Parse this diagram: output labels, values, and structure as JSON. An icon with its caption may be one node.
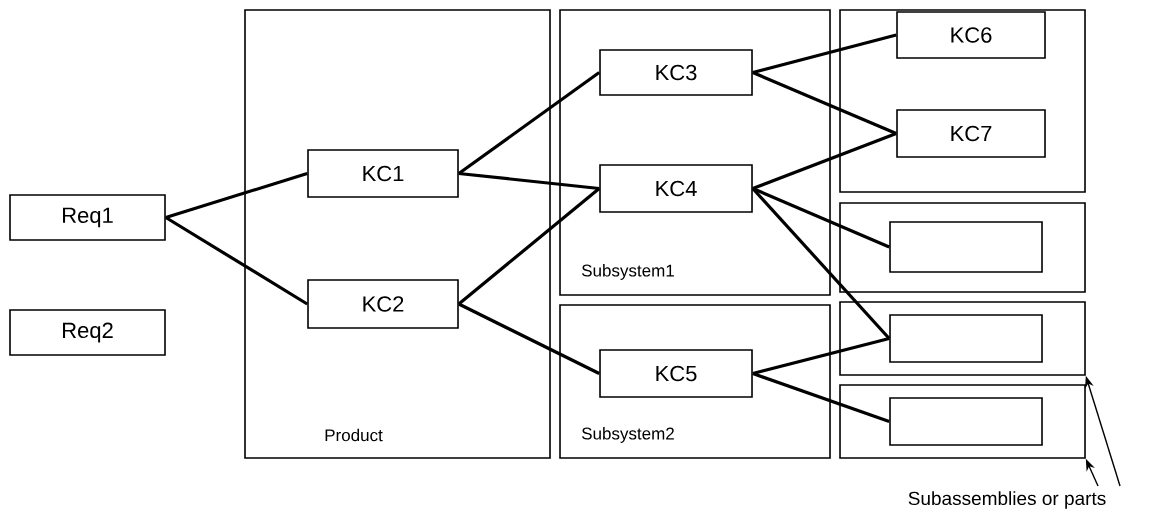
{
  "diagram": {
    "nodes": [
      {
        "text": [
          "Req1"
        ]
      },
      {
        "text": [
          "Req2"
        ]
      },
      {
        "text": [
          "Product"
        ]
      },
      {
        "text": [
          "KC1"
        ],
        "in": 2
      },
      {
        "text": [
          "KC2"
        ],
        "in": 2
      },
      {
        "text": [
          "Subsystem1"
        ]
      },
      {
        "text": [
          "KC3"
        ],
        "in": 5
      },
      {
        "text": [
          "KC4"
        ],
        "in": 5
      },
      {
        "text": [
          "Subsystem2"
        ]
      },
      {
        "text": [
          "KC5"
        ],
        "in": 8
      },
      {
        "text": [],
        "shape": "box"
      },
      {
        "text": [
          "KC6"
        ],
        "in": 10
      },
      {
        "text": [
          "KC7"
        ],
        "in": 10
      },
      {
        "text": [],
        "shape": "box"
      },
      {
        "text": [],
        "shape": "box",
        "in": 13
      },
      {
        "text": [],
        "shape": "box"
      },
      {
        "text": [],
        "shape": "box",
        "in": 15
      },
      {
        "text": [],
        "shape": "box"
      },
      {
        "text": [],
        "shape": "box",
        "in": 17
      },
      {
        "text": [
          "Subassemblies or parts"
        ]
      }
    ],
    "edges": [
      {
        "from": 0,
        "to": 3,
        "arrow": "none"
      },
      {
        "from": 0,
        "to": 4,
        "arrow": "none"
      },
      {
        "from": 3,
        "to": 6,
        "arrow": "none"
      },
      {
        "from": 3,
        "to": 7,
        "arrow": "none"
      },
      {
        "from": 4,
        "to": 7,
        "arrow": "none"
      },
      {
        "from": 4,
        "to": 9,
        "arrow": "none"
      },
      {
        "from": 6,
        "to": 11,
        "arrow": "none"
      },
      {
        "from": 6,
        "to": 12,
        "arrow": "none"
      },
      {
        "from": 7,
        "to": 12,
        "arrow": "none"
      },
      {
        "from": 7,
        "to": 14,
        "arrow": "none"
      },
      {
        "from": 7,
        "to": 16,
        "arrow": "none"
      },
      {
        "from": 9,
        "to": 16,
        "arrow": "none"
      },
      {
        "from": 9,
        "to": 18,
        "arrow": "none"
      },
      {
        "from": 19,
        "to": 15,
        "arrow": "to"
      },
      {
        "from": 19,
        "to": 17,
        "arrow": "to"
      }
    ]
  }
}
